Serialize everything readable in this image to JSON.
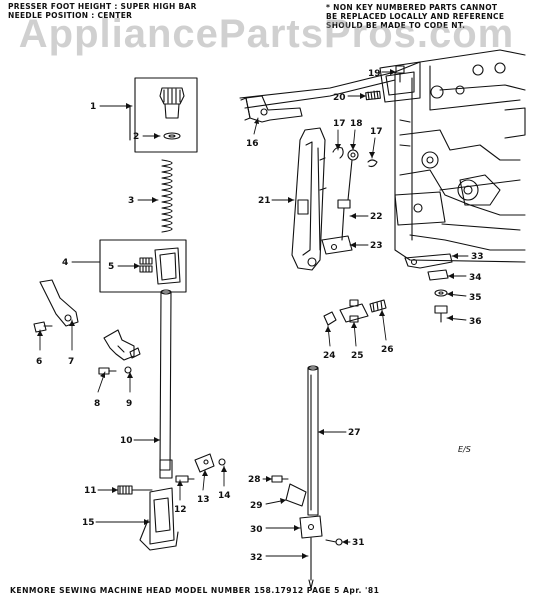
{
  "header": {
    "left_line1": "PRESSER FOOT HEIGHT : SUPER HIGH BAR",
    "left_line2": "NEEDLE POSITION : CENTER",
    "right_line1": "* NON KEY NUMBERED PARTS CANNOT",
    "right_line2": "BE REPLACED LOCALLY AND REFERENCE",
    "right_line3": "SHOULD BE MADE TO CODE NT."
  },
  "watermark": "AppliancePartsPros.com",
  "annotation": "E/S",
  "footer": "KENMORE  SEWING  MACHINE  HEAD  MODEL  NUMBER  158.17912      PAGE  5    Apr. '81",
  "callouts": [
    "1",
    "2",
    "3",
    "4",
    "5",
    "6",
    "7",
    "8",
    "9",
    "10",
    "11",
    "12",
    "13",
    "14",
    "15",
    "16",
    "17",
    "18",
    "17",
    "19",
    "20",
    "21",
    "22",
    "23",
    "24",
    "25",
    "26",
    "27",
    "28",
    "29",
    "30",
    "31",
    "32",
    "33",
    "34",
    "35",
    "36"
  ]
}
